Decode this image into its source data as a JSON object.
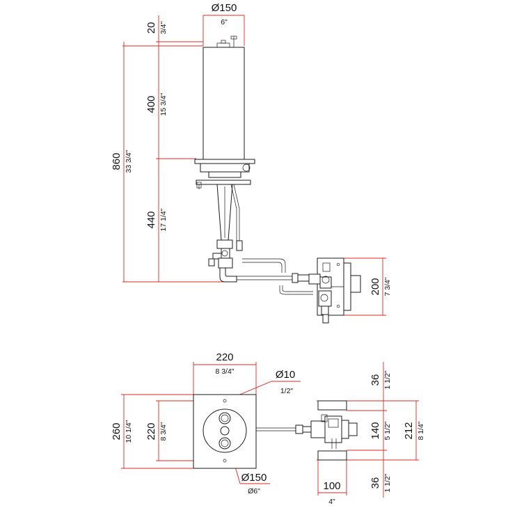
{
  "side_view": {
    "dia_mm": "Ø150",
    "dia_in": "6\"",
    "h_top_mm": "20",
    "h_top_in": "3/4\"",
    "h_body_mm": "400",
    "h_body_in": "15 3/4\"",
    "h_total_mm": "860",
    "h_total_in": "33 3/4\"",
    "h_lower_mm": "440",
    "h_lower_in": "17 1/4\"",
    "h_valve_mm": "200",
    "h_valve_in": "7 3/4\""
  },
  "plan_view": {
    "width_mm": "220",
    "width_in": "8 3/4\"",
    "hole_mm": "Ø10",
    "hole_in": "1/2\"",
    "outer_mm": "260",
    "outer_in": "10 1/4\"",
    "inner_mm": "220",
    "inner_in": "8 3/4\"",
    "disc_mm": "Ø150",
    "disc_in": "Ø6\"",
    "gap_top_mm": "36",
    "gap_top_in": "1 1/2\"",
    "mid_mm": "140",
    "mid_in": "5 1/2\"",
    "total_mm": "212",
    "total_in": "8 1/4\"",
    "gap_bot_mm": "36",
    "gap_bot_in": "1 1/2\"",
    "depth_mm": "100",
    "depth_in": "4\""
  },
  "colors": {
    "dimension": "#e1261c",
    "outline": "#1a1a1a"
  }
}
